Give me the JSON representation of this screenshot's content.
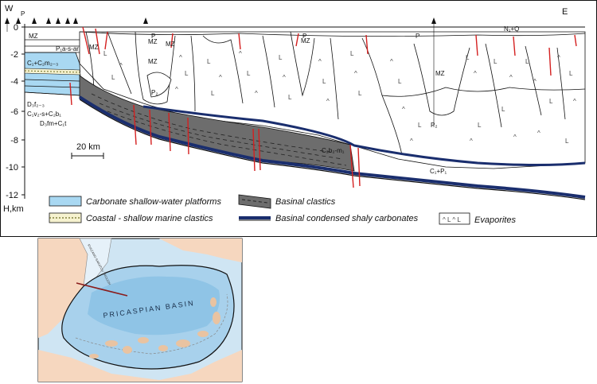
{
  "section": {
    "west_label": "W",
    "east_label": "E",
    "y_axis_title": "H,km",
    "y_ticks": [
      "0",
      "-2",
      "-4",
      "-6",
      "-8",
      "-10",
      "-12"
    ],
    "scale_bar": "20 km",
    "labels": {
      "P_west": "P",
      "MZ_west": "MZ",
      "P1as_ar": "P₁a-s-ar",
      "C1C2": "C₁+C₂m₂₋₃",
      "D3f": "D₃f₂₋₃",
      "C1v2": "C₁v₂-s+C₂b₁",
      "D3fm": "D₃fm+C₁t",
      "MZ_1": "MZ",
      "MZ_2": "MZ",
      "MZ_3": "MZ",
      "MZ_4": "MZ",
      "MZ_5": "MZ",
      "P_1": "P",
      "P_2": "P",
      "P_3": "P",
      "P2_a": "P₂",
      "P2_b": "P₂",
      "MZ_big": "MZ",
      "N1Q": "N₁+Q",
      "C2b2": "C₂b₂-m₁",
      "C1P1": "C₁+P₁"
    }
  },
  "legend": {
    "carbonate": "Carbonate shallow-water platforms",
    "coastal": "Coastal - shallow marine clastics",
    "basinal_clastics": "Basinal clastics",
    "condensed": "Basinal condensed shaly carbonates",
    "evaporites": "Evaporites"
  },
  "map": {
    "basin_label": "PRICASPIAN BASIN",
    "trough_label": "RYAZANO-SARATOV TROUGH"
  },
  "colors": {
    "platform_blue": "#a9d8f2",
    "basin_blue_light": "#cfe5f3",
    "basin_blue_mid": "#a8d1ec",
    "basin_blue_deep": "#8fc4e6",
    "land_tan": "#f6d7bf",
    "salt_dome_tan": "#e9c3a1",
    "clastics_gray": "#6d6d6d",
    "condensed_navy": "#1a2e6e",
    "fault_red": "#d42020",
    "profile_line": "#8a1c1c"
  }
}
